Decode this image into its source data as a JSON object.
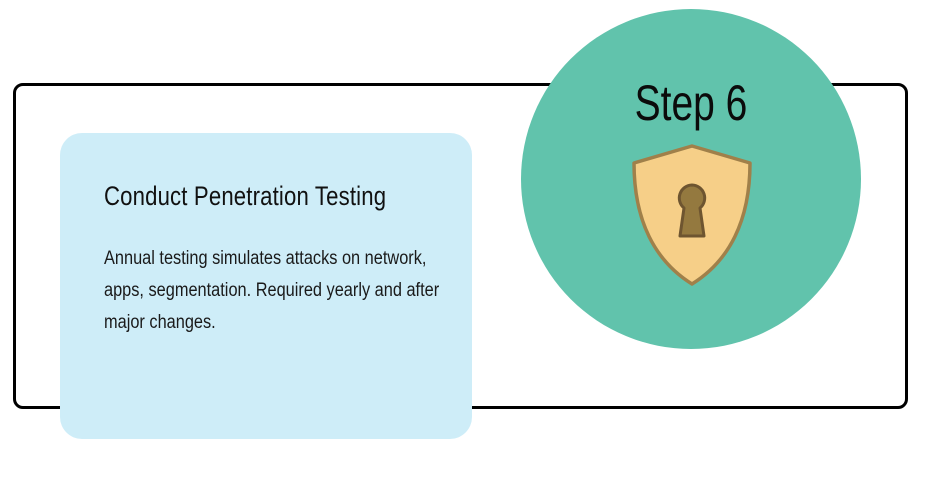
{
  "step": {
    "label": "Step 6",
    "icon": "shield-keyhole-icon"
  },
  "card": {
    "title": "Conduct Penetration Testing",
    "body": "Annual testing simulates attacks on network, apps, segmentation. Required yearly and after major changes."
  },
  "colors": {
    "frame_border": "#000000",
    "card_background": "#CEEDF8",
    "circle_background": "#61C3AC",
    "shield_fill": "#F6CF88",
    "shield_stroke": "#A0804A",
    "keyhole_fill": "#94793F",
    "keyhole_stroke": "#6E5530"
  }
}
